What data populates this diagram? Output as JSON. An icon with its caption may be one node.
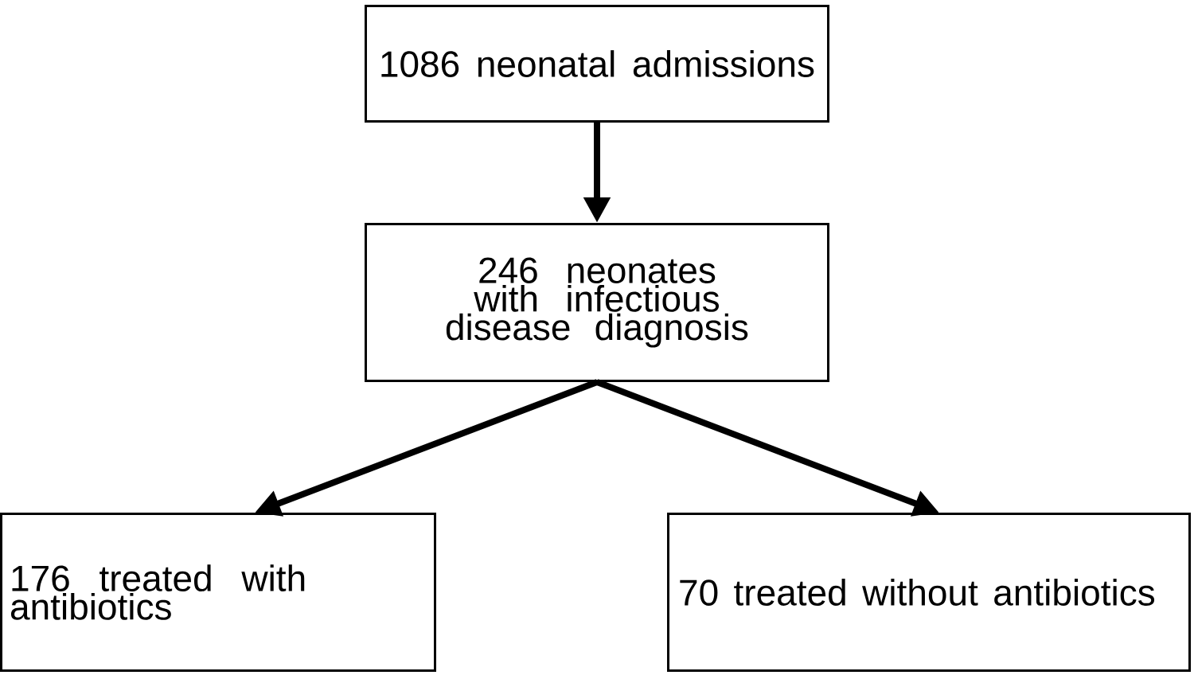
{
  "diagram": {
    "nodes": [
      {
        "text": [
          "1086 neonatal admissions"
        ]
      },
      {
        "text": [
          "246 neonates with infectious disease diagnosis"
        ]
      },
      {
        "text": [
          "176 treated with antibiotics"
        ]
      },
      {
        "text": [
          "70 treated without antibiotics"
        ]
      }
    ],
    "edges": [
      {
        "from": 0,
        "to": 1,
        "arrow": "to"
      },
      {
        "from": 1,
        "to": 2,
        "arrow": "to"
      },
      {
        "from": 1,
        "to": 3,
        "arrow": "to"
      }
    ]
  }
}
